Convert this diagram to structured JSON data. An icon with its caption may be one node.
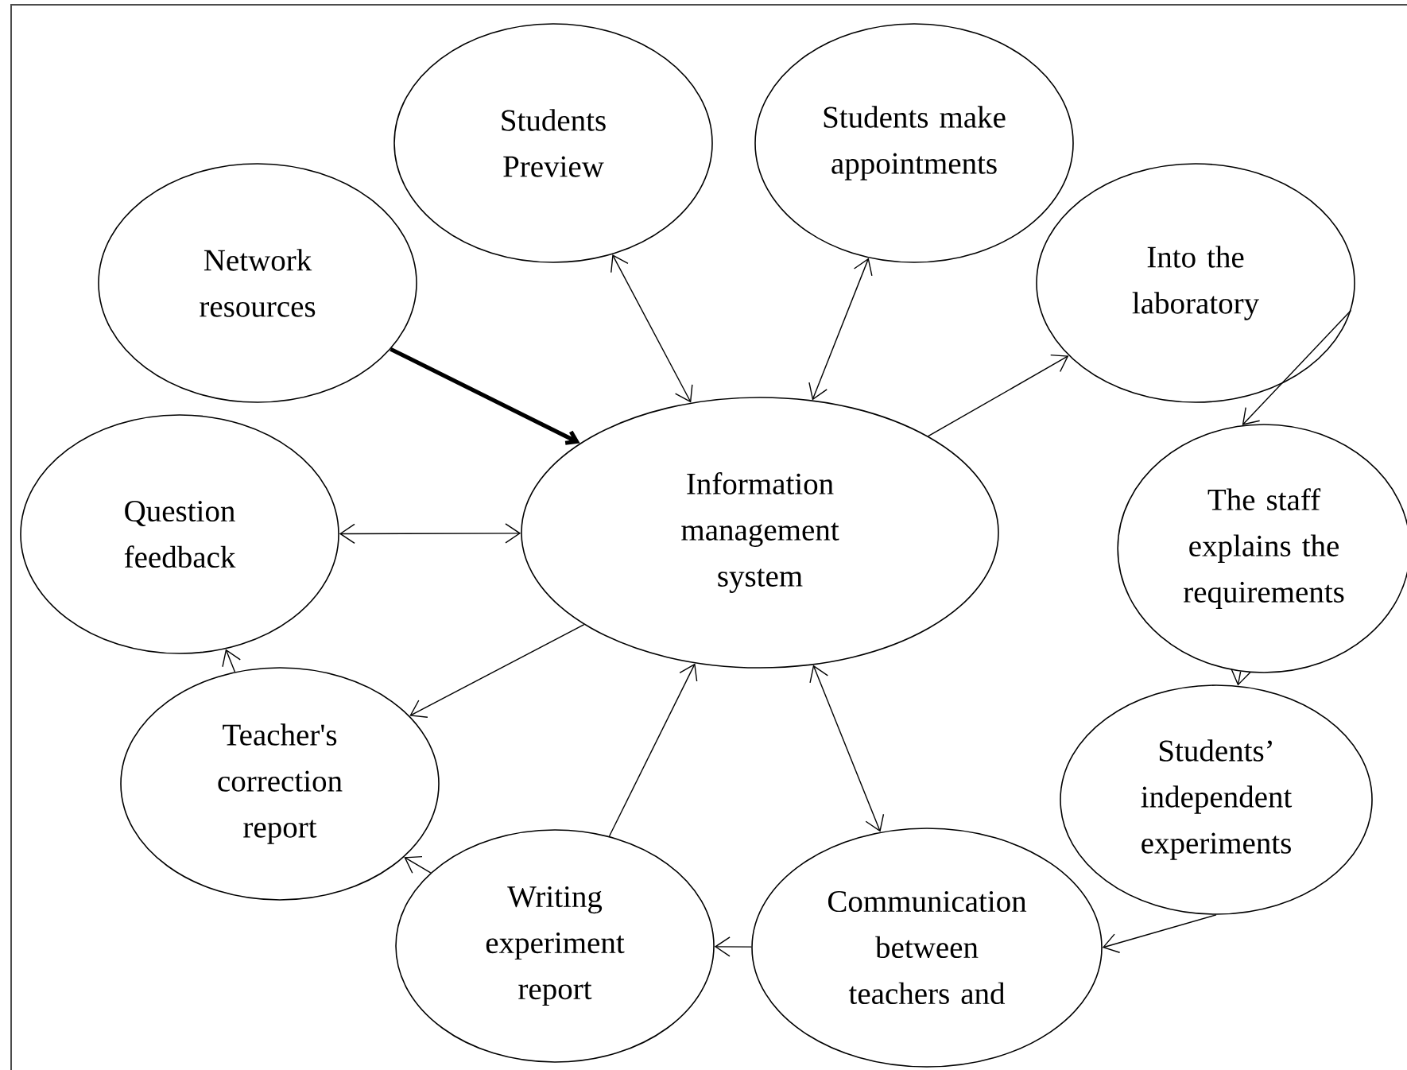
{
  "diagram": {
    "nodes": [
      {
        "text": [
          "Students Preview"
        ]
      },
      {
        "text": [
          "Students make appointments"
        ]
      },
      {
        "text": [
          "Network resources"
        ]
      },
      {
        "text": [
          "Into the laboratory"
        ]
      },
      {
        "text": [
          "Question feedback"
        ]
      },
      {
        "text": [
          "Information management system"
        ]
      },
      {
        "text": [
          "The staff explains the requirements"
        ]
      },
      {
        "text": [
          "Teacher's correction report"
        ]
      },
      {
        "text": [
          "Students’ independent experiments"
        ]
      },
      {
        "text": [
          "Writing experiment report"
        ]
      },
      {
        "text": [
          "Communication between teachers and"
        ]
      }
    ],
    "edges": [
      {
        "from": 2,
        "to": 5,
        "arrow": "to",
        "style": "thick"
      },
      {
        "from": 0,
        "to": 5,
        "arrow": "both"
      },
      {
        "from": 1,
        "to": 5,
        "arrow": "both"
      },
      {
        "from": 5,
        "to": 3,
        "arrow": "to"
      },
      {
        "from": 3,
        "to": 6,
        "arrow": "to"
      },
      {
        "from": 6,
        "to": 8,
        "arrow": "to"
      },
      {
        "from": 8,
        "to": 10,
        "arrow": "to"
      },
      {
        "from": 10,
        "to": 9,
        "arrow": "to"
      },
      {
        "from": 9,
        "to": 5,
        "arrow": "to"
      },
      {
        "from": 9,
        "to": 7,
        "arrow": "to"
      },
      {
        "from": 5,
        "to": 7,
        "arrow": "to"
      },
      {
        "from": 7,
        "to": 4,
        "arrow": "to"
      },
      {
        "from": 4,
        "to": 5,
        "arrow": "both"
      },
      {
        "from": 5,
        "to": 10,
        "arrow": "both"
      }
    ]
  }
}
